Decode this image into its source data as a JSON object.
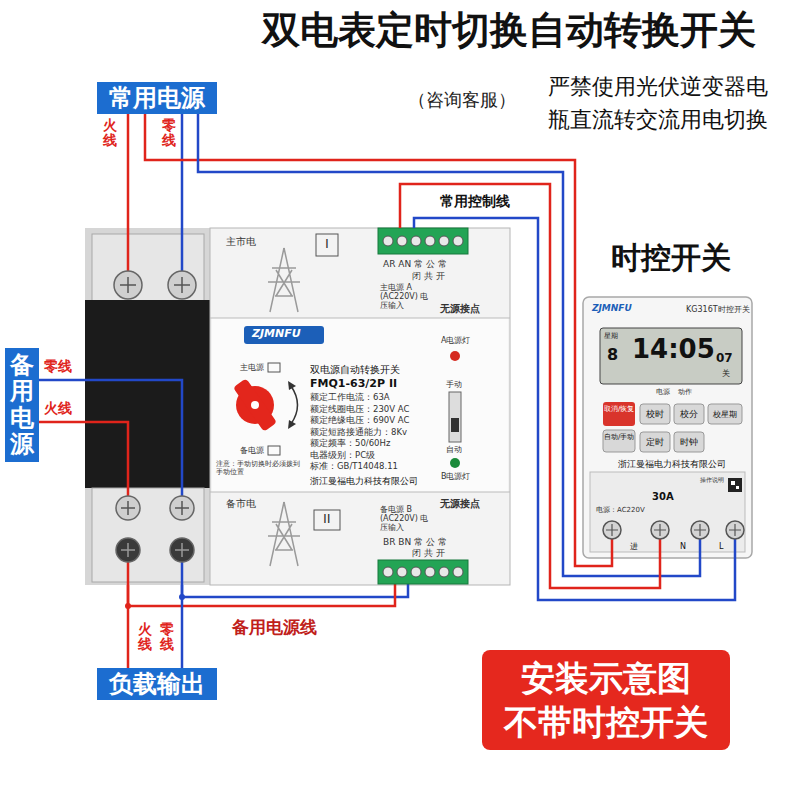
{
  "diagram": {
    "title": "双电表定时切换自动转换开关",
    "nodes": [
      {
        "text": [
          "常用电源"
        ]
      },
      {
        "text": [
          "双电源自动转换开关"
        ]
      },
      {
        "text": [
          "时控开关"
        ]
      },
      {
        "text": [
          "备用电源"
        ]
      },
      {
        "text": [
          "负载输出"
        ]
      },
      {
        "text": [
          "安装示意图",
          "不带时控开关"
        ]
      }
    ],
    "edges": [
      {
        "from": 0,
        "to": 1,
        "arrow": "none"
      },
      {
        "from": 0,
        "to": 1,
        "arrow": "none"
      },
      {
        "from": 0,
        "to": 2,
        "arrow": "none"
      },
      {
        "from": 0,
        "to": 2,
        "arrow": "none"
      },
      {
        "from": 2,
        "to": 1,
        "arrow": "none"
      },
      {
        "from": 2,
        "to": 1,
        "arrow": "none"
      },
      {
        "from": 3,
        "to": 1,
        "arrow": "none"
      },
      {
        "from": 3,
        "to": 1,
        "arrow": "none"
      },
      {
        "from": 1,
        "to": 4,
        "arrow": "none"
      },
      {
        "from": 1,
        "to": 4,
        "arrow": "none"
      }
    ],
    "labels": [
      "（咨询客服）",
      "严禁使用光伏逆变器电瓶直流转交流用电切换",
      "火线",
      "零线",
      "零线",
      "火线",
      "常用控制线",
      "火线",
      "零线",
      "备用电源线",
      "主市电",
      "I",
      "AR AN 常 公 常",
      "闭 共 开",
      "主电源 A (AC220V) 电压输入",
      "无源接点",
      "ZJMNFU",
      "A电源灯",
      "主电源",
      "FMQ1-63/2P II",
      "额定工作电流：63A",
      "额定线圈电压：230V AC",
      "额定绝缘电压：690V AC",
      "额定短路接通能力：8Kv",
      "额定频率：50/60Hz",
      "电器级别：PC级",
      "标准：GB/T14048.11",
      "浙江曼福电力科技有限公司",
      "备电源",
      "手动",
      "自动",
      "B电源灯",
      "注意：手动切换时必须拨到手动位置",
      "备市电",
      "II",
      "无源接点",
      "备电源 B (AC220V) 电压输入",
      "BR BN 常 公 常",
      "闭 共 开",
      "ZJMNFU",
      "KG316T时控开关",
      "星期",
      "8",
      "14:05",
      "07",
      "关",
      "电源",
      "动作",
      "取消/恢复",
      "校时",
      "校分",
      "校星期",
      "自动/手动",
      "定时",
      "时钟",
      "浙江曼福电力科技有限公司",
      "操作说明",
      "30A",
      "电源：AC220V",
      "进",
      "N",
      "L"
    ]
  }
}
